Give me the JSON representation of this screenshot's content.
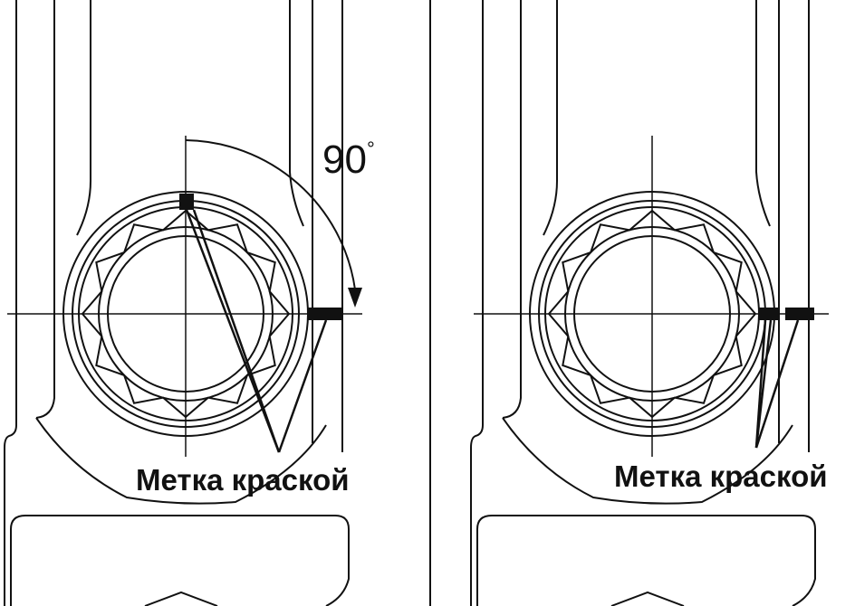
{
  "left_panel": {
    "angle_value": "90",
    "angle_unit": "°",
    "label": "Метка краской"
  },
  "right_panel": {
    "label": "Метка краской"
  },
  "colors": {
    "line": "#111111",
    "background": "#ffffff"
  }
}
